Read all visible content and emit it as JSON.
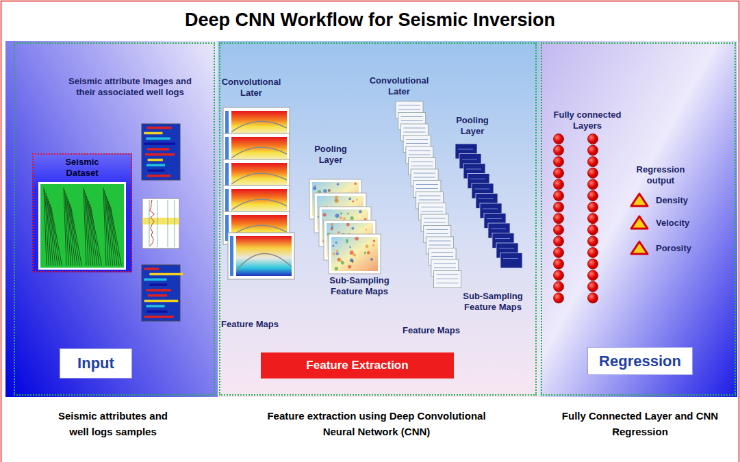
{
  "diagram": {
    "title": "Deep CNN Workflow for Seismic Inversion",
    "nodes": [
      {
        "text": [
          "Seismic attribute Images and their associated well logs"
        ]
      },
      {
        "text": [
          "Seismic Dataset"
        ],
        "in": 0
      },
      {
        "text": [
          "Input"
        ],
        "in": 0
      },
      {
        "text": [
          "Convolutional Later",
          "Pooling Layer",
          "Convolutional Later",
          "Pooling Layer",
          "Sub-Sampling Feature Maps",
          "Sub-Sampling Feature Maps",
          "Feature Maps",
          "Feature Maps"
        ]
      },
      {
        "text": [
          "Feature Extraction"
        ],
        "in": 3
      },
      {
        "text": [
          "Fully connected Layers",
          "Regression output"
        ]
      },
      {
        "text": [
          "Regression"
        ],
        "in": 5
      }
    ],
    "labels": [
      "Density",
      "Velocity",
      "Porosity",
      "Seismic attributes and well logs samples",
      "Feature extraction using Deep Convolutional Neural Network (CNN)",
      "Fully Connected Layer and CNN Regression"
    ]
  }
}
